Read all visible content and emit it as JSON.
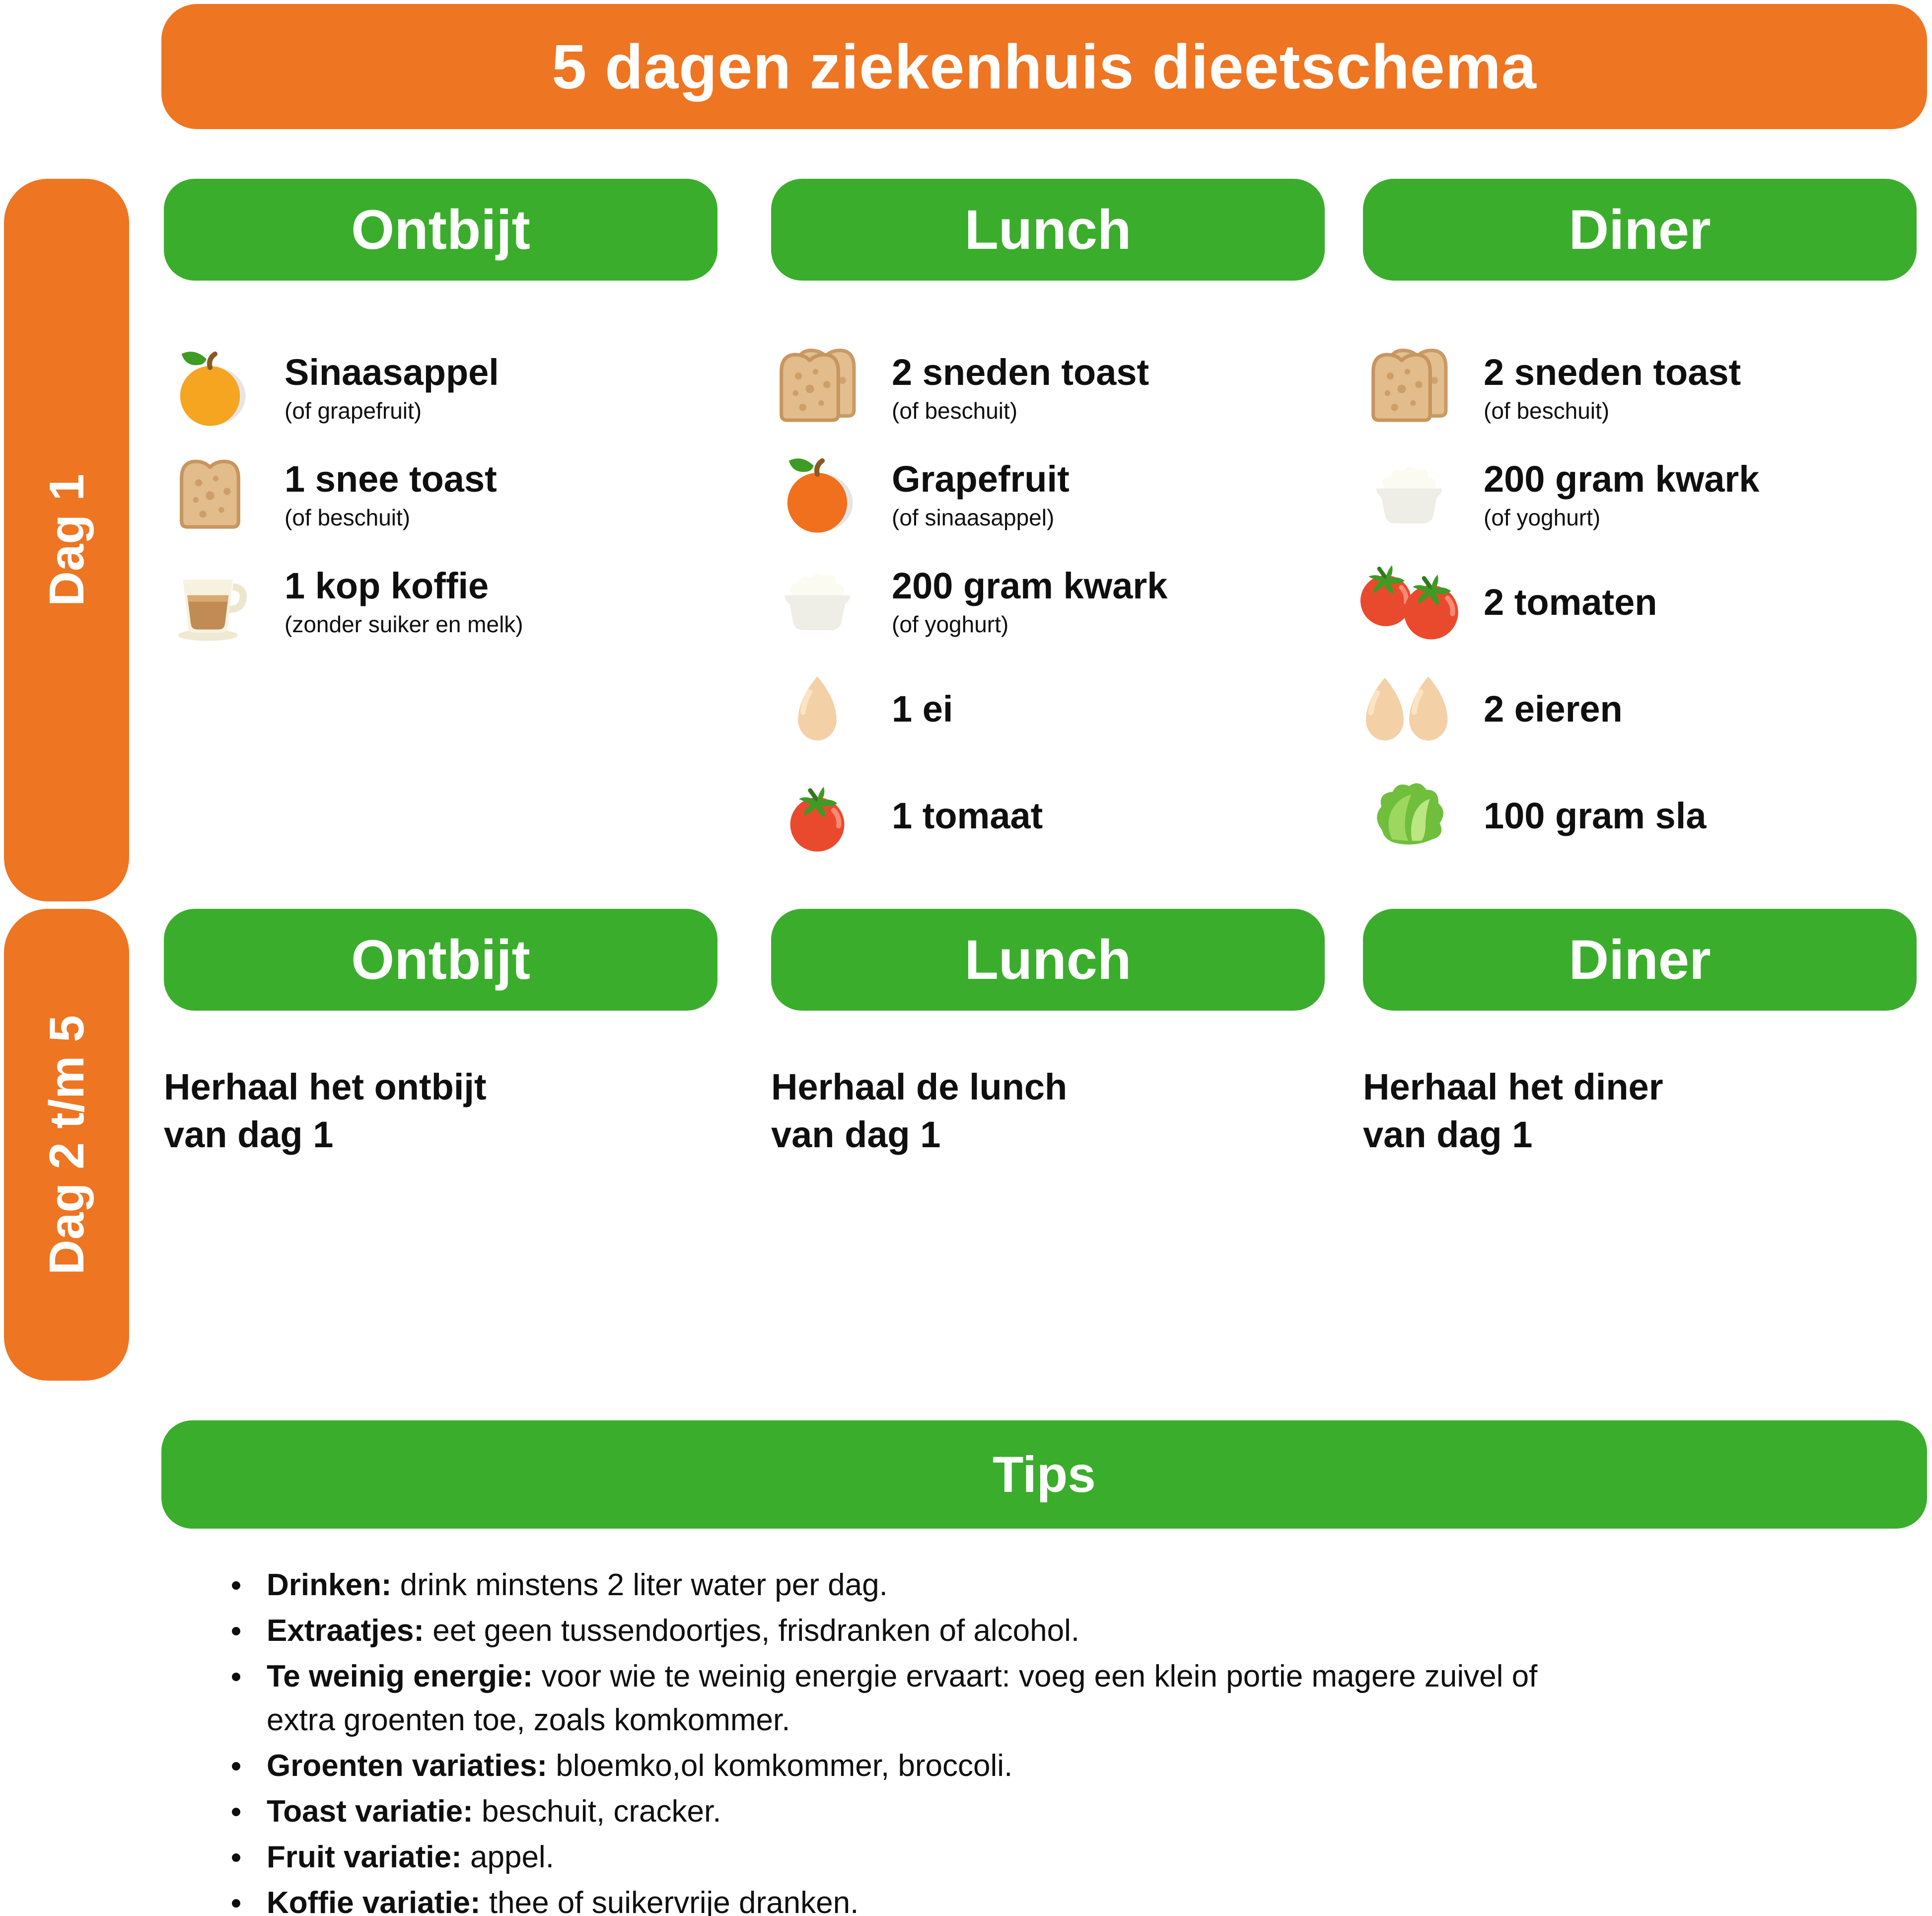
{
  "title": "5 dagen ziekenhuis dieetschema",
  "colors": {
    "orange_accent": "#EE7522",
    "green_accent": "#3BAD2C",
    "text": "#0F0F0F",
    "white": "#FFFFFF"
  },
  "sidebars": {
    "day1_label": "Dag 1",
    "day2_label": "Dag 2 t/m 5"
  },
  "day1": {
    "columns": [
      {
        "header": "Ontbijt",
        "items": [
          {
            "icon": "orange-icon",
            "name": "Sinaasappel",
            "note": "(of grapefruit)"
          },
          {
            "icon": "toast-icon",
            "name": "1 snee toast",
            "note": "(of beschuit)"
          },
          {
            "icon": "coffee-icon",
            "name": "1 kop koffie",
            "note": "(zonder suiker en melk)"
          }
        ]
      },
      {
        "header": "Lunch",
        "items": [
          {
            "icon": "toast-two-icon",
            "name": "2 sneden toast",
            "note": "(of beschuit)"
          },
          {
            "icon": "grapefruit-icon",
            "name": "Grapefruit",
            "note": "(of sinaasappel)"
          },
          {
            "icon": "quark-bowl-icon",
            "name": "200 gram kwark",
            "note": "(of yoghurt)"
          },
          {
            "icon": "egg-icon",
            "name": "1 ei",
            "note": ""
          },
          {
            "icon": "tomato-icon",
            "name": "1 tomaat",
            "note": ""
          }
        ]
      },
      {
        "header": "Diner",
        "items": [
          {
            "icon": "toast-two-icon",
            "name": "2 sneden toast",
            "note": "(of beschuit)"
          },
          {
            "icon": "quark-bowl-icon",
            "name": "200 gram kwark",
            "note": "(of yoghurt)"
          },
          {
            "icon": "tomato-two-icon",
            "name": "2 tomaten",
            "note": ""
          },
          {
            "icon": "egg-two-icon",
            "name": "2 eieren",
            "note": ""
          },
          {
            "icon": "lettuce-icon",
            "name": "100 gram sla",
            "note": ""
          }
        ]
      }
    ]
  },
  "day2": {
    "columns": [
      {
        "header": "Ontbijt",
        "line1": "Herhaal het ontbijt",
        "line2": "van dag 1"
      },
      {
        "header": "Lunch",
        "line1": "Herhaal de lunch",
        "line2": "van dag 1"
      },
      {
        "header": "Diner",
        "line1": "Herhaal het diner",
        "line2": "van dag 1"
      }
    ]
  },
  "tips": {
    "header": "Tips",
    "items": [
      {
        "label": "Drinken:",
        "text": " drink minstens 2 liter water per dag."
      },
      {
        "label": "Extraatjes:",
        "text": " eet geen tussendoortjes, frisdranken of alcohol."
      },
      {
        "label": "Te weinig energie:",
        "text": " voor wie te weinig energie ervaart: voeg een klein portie magere zuivel of extra groenten toe, zoals komkommer."
      },
      {
        "label": "Groenten variaties:",
        "text": " bloemko,ol komkommer, broccoli."
      },
      {
        "label": "Toast variatie:",
        "text": " beschuit, cracker."
      },
      {
        "label": "Fruit variatie:",
        "text": " appel."
      },
      {
        "label": "Koffie variatie:",
        "text": " thee of suikervrije dranken."
      }
    ]
  }
}
